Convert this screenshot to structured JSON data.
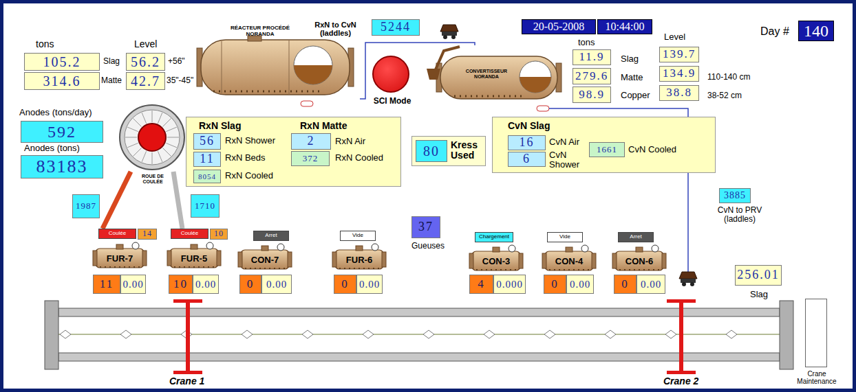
{
  "diagram": {
    "nodes": [
      {
        "text": [
          "105.2"
        ]
      },
      {
        "text": [
          "314.6"
        ]
      },
      {
        "text": [
          "56.2"
        ]
      },
      {
        "text": [
          "42.7"
        ]
      },
      {
        "text": [
          "RÉACTEUR PROCÉDÉ NORANDA"
        ]
      },
      {
        "text": [
          "5244"
        ]
      },
      {
        "text": [
          "20-05-2008"
        ]
      },
      {
        "text": [
          "10:44:00"
        ]
      },
      {
        "text": [
          "140"
        ]
      },
      {
        "text": [
          "CONVERTISSEUR NORANDA"
        ]
      },
      {
        "text": [
          "11.9"
        ]
      },
      {
        "text": [
          "279.6"
        ]
      },
      {
        "text": [
          "98.9"
        ]
      },
      {
        "text": [
          "139.7"
        ]
      },
      {
        "text": [
          "134.9"
        ]
      },
      {
        "text": [
          "38.8"
        ]
      },
      {
        "text": [
          "592"
        ]
      },
      {
        "text": [
          "83183"
        ]
      },
      {
        "text": [
          "SCI Mode"
        ]
      },
      {
        "text": [
          "ROUE DE COULÉE"
        ]
      },
      {
        "text": [
          "RxN Slag",
          "RxN Shower",
          "RxN Beds",
          "RxN Cooled",
          "RxN Matte",
          "RxN Air",
          "RxN Cooled"
        ]
      },
      {
        "text": [
          "56"
        ],
        "in": 20
      },
      {
        "text": [
          "11"
        ],
        "in": 20
      },
      {
        "text": [
          "8054"
        ],
        "in": 20
      },
      {
        "text": [
          "2"
        ],
        "in": 20
      },
      {
        "text": [
          "372"
        ],
        "in": 20
      },
      {
        "text": [
          "Kress Used"
        ]
      },
      {
        "text": [
          "80"
        ],
        "in": 26
      },
      {
        "text": [
          "CvN Slag",
          "CvN Air",
          "CvN Shower",
          "CvN Cooled"
        ]
      },
      {
        "text": [
          "16"
        ],
        "in": 28
      },
      {
        "text": [
          "6"
        ],
        "in": 28
      },
      {
        "text": [
          "1661"
        ],
        "in": 28
      },
      {
        "text": [
          "1987"
        ]
      },
      {
        "text": [
          "1710"
        ]
      },
      {
        "text": [
          "3885"
        ]
      },
      {
        "text": [
          "Coulée"
        ]
      },
      {
        "text": [
          "14"
        ]
      },
      {
        "text": [
          "Coulée"
        ]
      },
      {
        "text": [
          "10"
        ]
      },
      {
        "text": [
          "Arret"
        ]
      },
      {
        "text": [
          "Vide"
        ]
      },
      {
        "text": [
          "37"
        ]
      },
      {
        "text": [
          "Chargement"
        ]
      },
      {
        "text": [
          "Vide"
        ]
      },
      {
        "text": [
          "Arret"
        ]
      },
      {
        "text": [
          "FUR-7"
        ]
      },
      {
        "text": [
          "FUR-5"
        ]
      },
      {
        "text": [
          "CON-7"
        ]
      },
      {
        "text": [
          "FUR-6"
        ]
      },
      {
        "text": [
          "CON-3"
        ]
      },
      {
        "text": [
          "CON-4"
        ]
      },
      {
        "text": [
          "CON-6"
        ]
      },
      {
        "text": [
          "256.01"
        ]
      },
      {
        "text": [
          "11"
        ]
      },
      {
        "text": [
          "0.00"
        ]
      },
      {
        "text": [
          "10"
        ]
      },
      {
        "text": [
          "0.00"
        ]
      },
      {
        "text": [
          "0"
        ]
      },
      {
        "text": [
          "0.00"
        ]
      },
      {
        "text": [
          "0"
        ]
      },
      {
        "text": [
          "0.00"
        ]
      },
      {
        "text": [
          "4"
        ]
      },
      {
        "text": [
          "0.000"
        ]
      },
      {
        "text": [
          "0"
        ]
      },
      {
        "text": [
          "0.00"
        ]
      },
      {
        "text": [
          "0"
        ]
      },
      {
        "text": [
          "0.00"
        ]
      },
      {
        "text": [
          "Crane Maintenance"
        ]
      }
    ],
    "edges": [
      {
        "from": 4,
        "to": 9,
        "arrow": "none"
      },
      {
        "from": 19,
        "to": 35,
        "arrow": "none"
      },
      {
        "from": 19,
        "to": 37,
        "arrow": "none"
      }
    ],
    "labels": [
      "tons",
      "Level",
      "Slag",
      "Matte",
      "+56\"",
      "35\"-45\"",
      "RxN to CvN (laddles)",
      "Day #",
      "tons",
      "Level",
      "Slag",
      "Matte",
      "Copper",
      "110-140 cm",
      "38-52 cm",
      "Anodes (tons/day)",
      "Anodes (tons)",
      "CvN to PRV (laddles)",
      "Gueuses",
      "Slag",
      "Crane 1",
      "Crane 2"
    ]
  }
}
